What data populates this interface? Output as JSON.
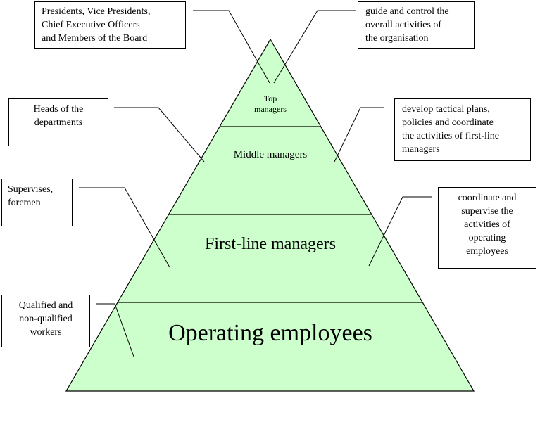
{
  "levels": {
    "top": [
      "Top",
      "managers"
    ],
    "middle": "Middle managers",
    "first_line": "First-line managers",
    "operating": "Operating employees"
  },
  "left_notes": {
    "top": [
      "Presidents, Vice Presidents,",
      "Chief Executive Officers",
      "and Members of the Board"
    ],
    "middle": [
      "Heads of the",
      "departments"
    ],
    "first_line": [
      "Supervises,",
      "foremen"
    ],
    "operating": [
      "Qualified and",
      "non-qualified",
      "workers"
    ]
  },
  "right_notes": {
    "top": [
      "guide and control the",
      "overall activities of",
      "the organisation"
    ],
    "middle": [
      "develop tactical plans,",
      "policies and coordinate",
      "the activities of first-line",
      "managers"
    ],
    "first_line": [
      "coordinate and",
      "supervise the",
      "activities of",
      "operating",
      "employees"
    ]
  },
  "colors": {
    "pyramid_fill": "#ccffcc",
    "stroke": "#000000"
  }
}
